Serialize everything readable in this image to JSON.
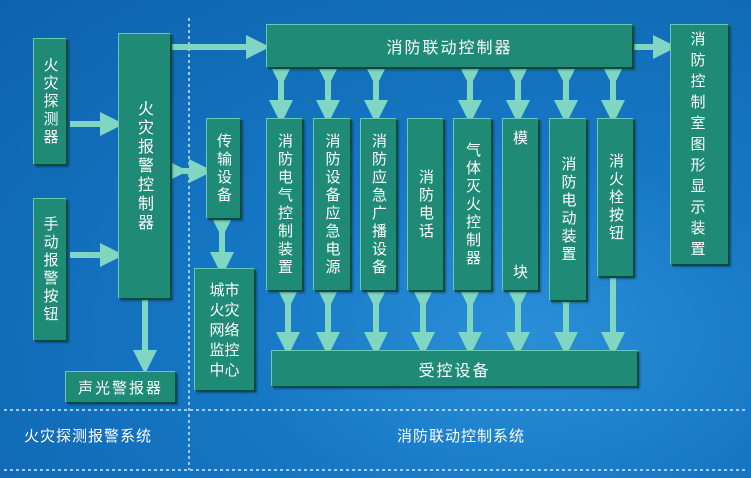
{
  "boxes": {
    "fire_detector": "火灾探测器",
    "manual_alarm_button": "手动报警按钮",
    "fire_alarm_controller": "火灾报警控制器",
    "transmission_device": "传输设备",
    "city_monitor_center": "城市火灾网络监控中心",
    "sound_light_alarm": "声光警报器",
    "linkage_controller": "消防联动控制器",
    "control_room_display": "消防控制室图形显示装置",
    "fire_electric_control": "消防电气控制装置",
    "emergency_power": "消防设备应急电源",
    "emergency_broadcast": "消防应急广播设备",
    "fire_phone": "消防电话",
    "gas_extinguish_controller": "气体灭火控制器",
    "module_a": "模",
    "module_b": "块",
    "electric_device": "消防电动装置",
    "hydrant_button": "消火栓按钮",
    "controlled_equipment": "受控设备"
  },
  "sections": {
    "left_label": "火灾探测报警系统",
    "right_label": "消防联动控制系统"
  },
  "colors": {
    "box": "#1f8a76",
    "arrow": "#7fd6c2",
    "background": "#1577c4"
  }
}
